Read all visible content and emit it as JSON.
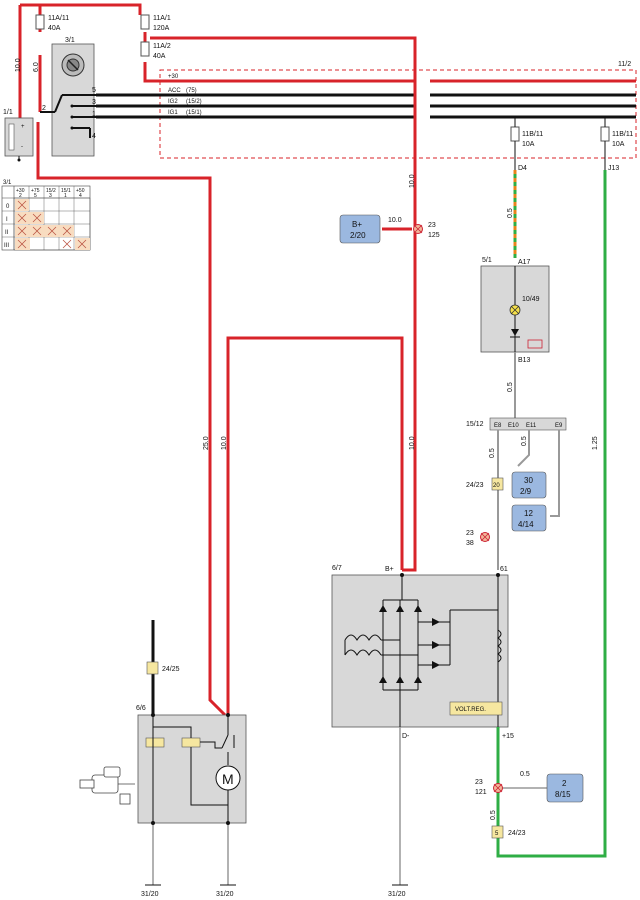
{
  "fuses": [
    {
      "id": "11A/11",
      "rating": "40A"
    },
    {
      "id": "11A/1",
      "rating": "120A"
    },
    {
      "id": "11A/2",
      "rating": "40A"
    },
    {
      "id": "11B/11",
      "rating": "10A"
    },
    {
      "id": "11B/11",
      "rating": "10A"
    }
  ],
  "components": {
    "battery": "1/1",
    "ignition_switch": "3/1",
    "fuse_box": "11/2",
    "warning_lamp_unit": "5/1",
    "warning_lamp": "10/49",
    "starter": "6/6",
    "alternator": "6/7",
    "connector": "15/12",
    "volt_reg": "VOLT.REG."
  },
  "bus_lines": [
    {
      "pin": "5",
      "name": "ACC",
      "code": "(75)"
    },
    {
      "pin": "3",
      "name": "IG2",
      "code": "(15/2)"
    },
    {
      "pin": "1",
      "name": "IG1",
      "code": "(15/1)"
    }
  ],
  "bus_top_label": "+30",
  "switch_pins": [
    "2",
    "5",
    "3",
    "1",
    "4"
  ],
  "wire_sizes": [
    "10.0",
    "6.0",
    "10.0",
    "10.0",
    "25.0",
    "10.0",
    "10.0",
    "0.5",
    "0.5",
    "0.5",
    "0.5",
    "1.25",
    "0.5",
    "0.5"
  ],
  "pins": {
    "d4": "D4",
    "j13": "J13",
    "a17": "A17",
    "b13": "B13",
    "e8": "E8",
    "e10": "E10",
    "e11": "E11",
    "e9": "E9",
    "bplus": "B+",
    "p61": "61",
    "dminus": "D-",
    "p15": "+15"
  },
  "refs": [
    {
      "top": "B+",
      "bottom": "2/20"
    },
    {
      "top": "30",
      "bottom": "2/9"
    },
    {
      "top": "12",
      "bottom": "4/14"
    },
    {
      "top": "2",
      "bottom": "8/15"
    }
  ],
  "splices": [
    {
      "top": "23",
      "bottom": "125"
    },
    {
      "top": "23",
      "bottom": "38"
    },
    {
      "top": "23",
      "bottom": "121"
    }
  ],
  "connectors": [
    {
      "pin": "20",
      "id": "24/23"
    },
    {
      "pin": "5",
      "id": "24/23"
    },
    {
      "pin": "",
      "id": "24/25"
    }
  ],
  "grounds": [
    "31/20",
    "31/20",
    "31/20"
  ],
  "switch_table": {
    "corner": "3/1",
    "cols": [
      {
        "t": "+30",
        "p": "2"
      },
      {
        "t": "+75",
        "p": "5"
      },
      {
        "t": "15/2",
        "p": "3"
      },
      {
        "t": "15/1",
        "p": "1"
      },
      {
        "t": "+50",
        "p": "4"
      }
    ],
    "rows": [
      "0",
      "I",
      "II",
      "III"
    ]
  },
  "motor_label": "M",
  "colors": {
    "red": "#d8232a",
    "green": "#2fae45",
    "orange": "#e8841c",
    "box": "#d8d8d8",
    "ref": "#9bb8e0",
    "black": "#111111"
  }
}
